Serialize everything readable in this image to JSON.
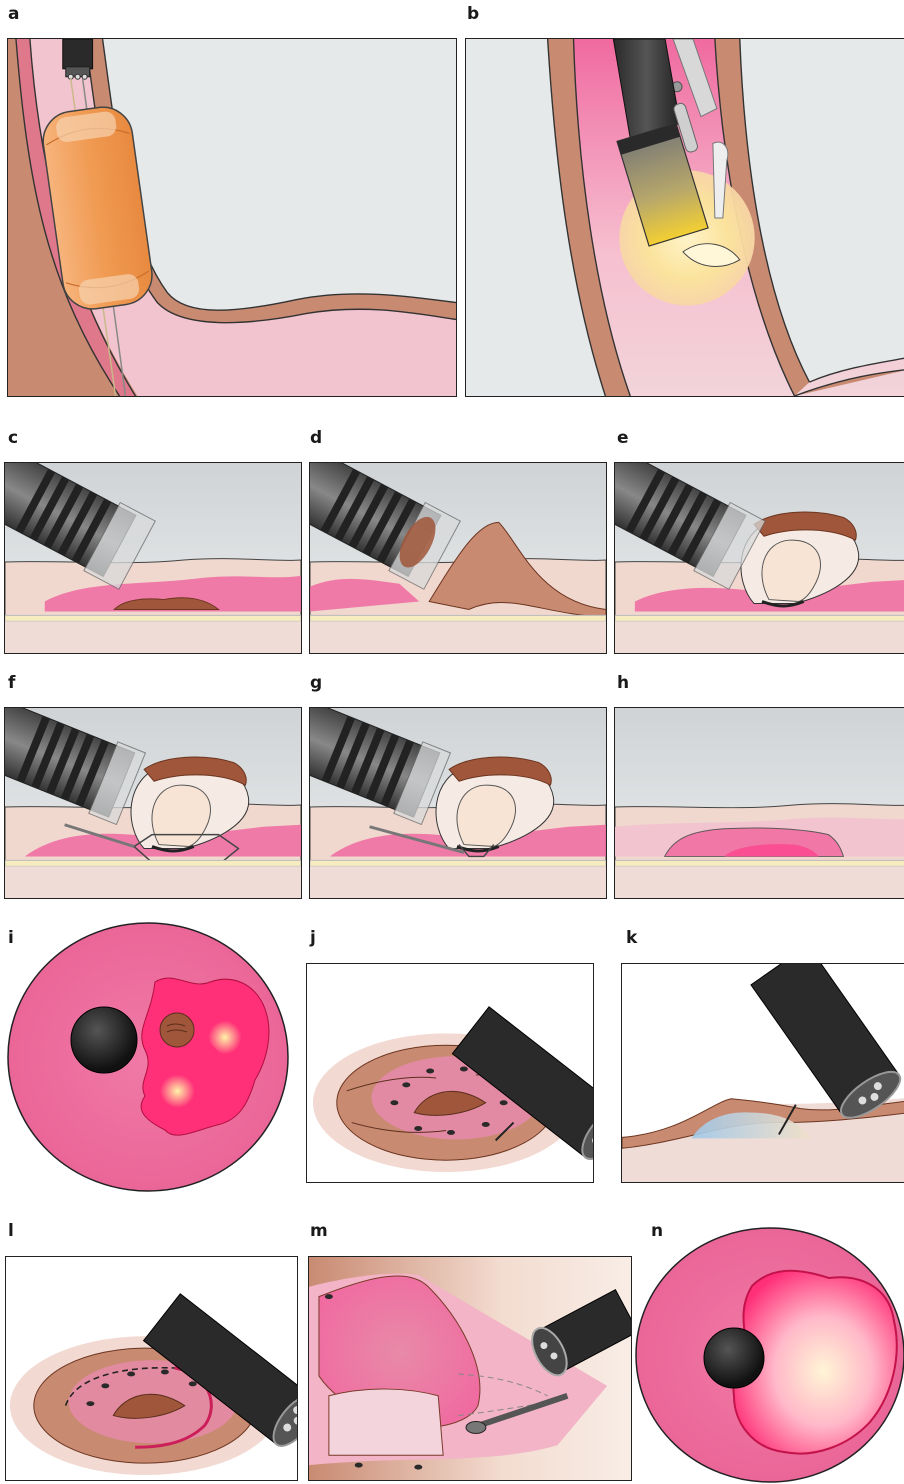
{
  "panels": [
    {
      "id": "a",
      "label": "a"
    },
    {
      "id": "b",
      "label": "b"
    },
    {
      "id": "c",
      "label": "c"
    },
    {
      "id": "d",
      "label": "d"
    },
    {
      "id": "e",
      "label": "e"
    },
    {
      "id": "f",
      "label": "f"
    },
    {
      "id": "g",
      "label": "g"
    },
    {
      "id": "h",
      "label": "h"
    },
    {
      "id": "i",
      "label": "i"
    },
    {
      "id": "j",
      "label": "j"
    },
    {
      "id": "k",
      "label": "k"
    },
    {
      "id": "l",
      "label": "l"
    },
    {
      "id": "m",
      "label": "m"
    },
    {
      "id": "n",
      "label": "n"
    }
  ],
  "colors": {
    "wall_brown": "#c98a72",
    "mucosa_pink": "#f06aa0",
    "lumen_grey": "#e6e9ea",
    "scope_black": "#2a2a2a",
    "cap_orange": "#f4a05a",
    "light_yellow": "#f7d64a",
    "lesion_brown": "#a0563a",
    "fluid_blue": "#9fc8ea"
  }
}
